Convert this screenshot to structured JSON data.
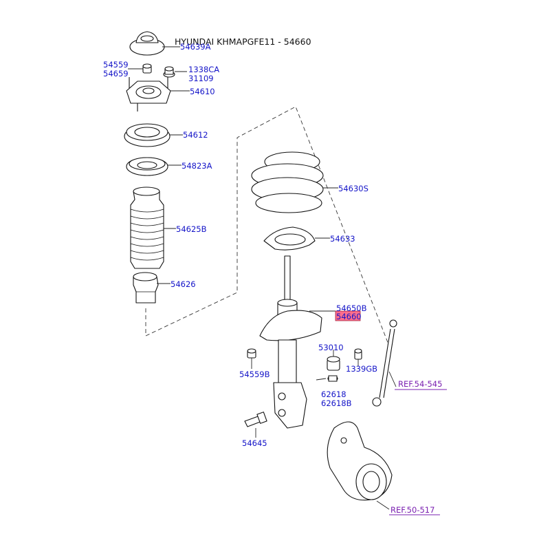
{
  "title": "HYUNDAI KHMAPGFE11 - 54660",
  "labels": {
    "p54639A": "54639A",
    "p54559": "54559",
    "p54659": "54659",
    "p1338CA": "1338CA",
    "p31109": "31109",
    "p54610": "54610",
    "p54612": "54612",
    "p54823A": "54823A",
    "p54625B": "54625B",
    "p54626": "54626",
    "p54630S": "54630S",
    "p54633": "54633",
    "p54650B": "54650B",
    "p54660": "54660",
    "p53010": "53010",
    "p1339GB": "1339GB",
    "p54559B": "54559B",
    "p62618": "62618",
    "p62618B": "62618B",
    "p54645": "54645"
  },
  "refs": {
    "ref_54_545": "REF.54-545",
    "ref_50_517": "REF.50-517"
  },
  "colors": {
    "label": "#1414c8",
    "ref": "#7a1fb0",
    "highlight": "#ff6e8c",
    "line": "#111111"
  }
}
